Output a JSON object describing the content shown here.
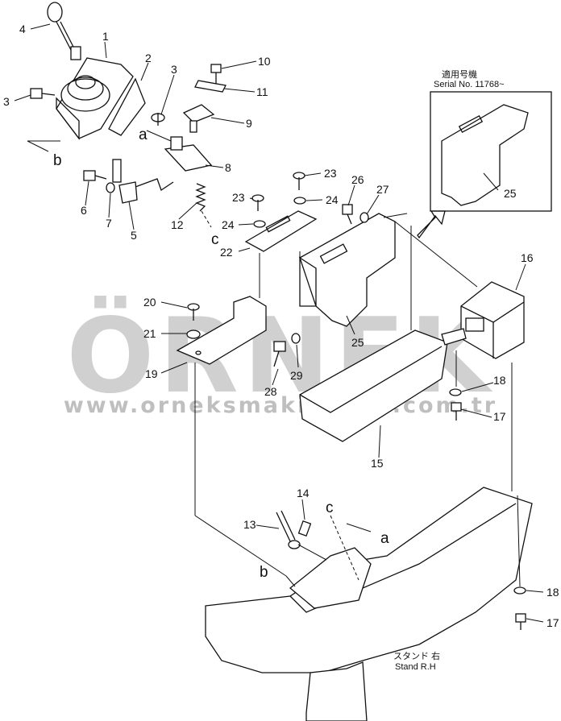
{
  "watermark": {
    "brand": "ÖRNEK",
    "url": "www.orneksmakinalari.com.tr"
  },
  "serial_note": {
    "japanese": "適用号機",
    "serial": "Serial No. 11768~"
  },
  "stand_note": {
    "japanese": "スタンド 右",
    "english": "Stand R.H"
  },
  "callouts": [
    {
      "id": "c1",
      "text": "1"
    },
    {
      "id": "c2",
      "text": "2"
    },
    {
      "id": "c3a",
      "text": "3"
    },
    {
      "id": "c3b",
      "text": "3"
    },
    {
      "id": "c4",
      "text": "4"
    },
    {
      "id": "c5",
      "text": "5"
    },
    {
      "id": "c6",
      "text": "6"
    },
    {
      "id": "c7",
      "text": "7"
    },
    {
      "id": "c8",
      "text": "8"
    },
    {
      "id": "c9",
      "text": "9"
    },
    {
      "id": "c10",
      "text": "10"
    },
    {
      "id": "c11",
      "text": "11"
    },
    {
      "id": "c12",
      "text": "12"
    },
    {
      "id": "c13",
      "text": "13"
    },
    {
      "id": "c14",
      "text": "14"
    },
    {
      "id": "c15",
      "text": "15"
    },
    {
      "id": "c16",
      "text": "16"
    },
    {
      "id": "c17a",
      "text": "17"
    },
    {
      "id": "c17b",
      "text": "17"
    },
    {
      "id": "c18a",
      "text": "18"
    },
    {
      "id": "c18b",
      "text": "18"
    },
    {
      "id": "c19",
      "text": "19"
    },
    {
      "id": "c20",
      "text": "20"
    },
    {
      "id": "c21",
      "text": "21"
    },
    {
      "id": "c22",
      "text": "22"
    },
    {
      "id": "c23a",
      "text": "23"
    },
    {
      "id": "c23b",
      "text": "23"
    },
    {
      "id": "c24a",
      "text": "24"
    },
    {
      "id": "c24b",
      "text": "24"
    },
    {
      "id": "c25a",
      "text": "25"
    },
    {
      "id": "c25b",
      "text": "25"
    },
    {
      "id": "c26",
      "text": "26"
    },
    {
      "id": "c27",
      "text": "27"
    },
    {
      "id": "c28",
      "text": "28"
    },
    {
      "id": "c29",
      "text": "29"
    }
  ],
  "reference_letters": [
    {
      "id": "a1",
      "text": "a"
    },
    {
      "id": "b1",
      "text": "b"
    },
    {
      "id": "c1",
      "text": "c"
    },
    {
      "id": "a2",
      "text": "a"
    },
    {
      "id": "b2",
      "text": "b"
    },
    {
      "id": "c2",
      "text": "c"
    }
  ]
}
